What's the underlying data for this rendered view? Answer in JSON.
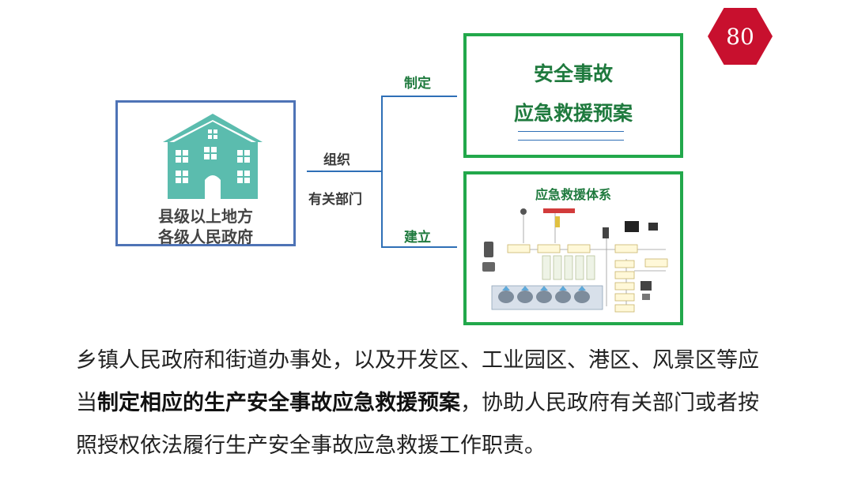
{
  "page_number": "80",
  "gov_box": {
    "line1": "县级以上地方",
    "line2": "各级人民政府"
  },
  "connector": {
    "organize_line1": "组织",
    "organize_line2": "有关部门",
    "formulate_label": "制定",
    "establish_label": "建立"
  },
  "plan_box": {
    "title_line1": "安全事故",
    "title_line2": "应急救援预案"
  },
  "system_box": {
    "title": "应急救援体系"
  },
  "paragraph": {
    "part1": "乡镇人民政府和街道办事处，以及开发区、工业园区、港区、风景区等应当",
    "bold": "制定相应的生产安全事故应急救援预案",
    "part2": "，协助人民政府有关部门或者按照授权依法履行生产安全事故应急救援工作职责。"
  },
  "colors": {
    "badge_red": "#c8102e",
    "gov_border_blue": "#4e73b6",
    "green_border": "#22a84b",
    "green_text": "#1f7a3e",
    "line_blue": "#2e6fb6",
    "icon_teal": "#5bbcae"
  }
}
